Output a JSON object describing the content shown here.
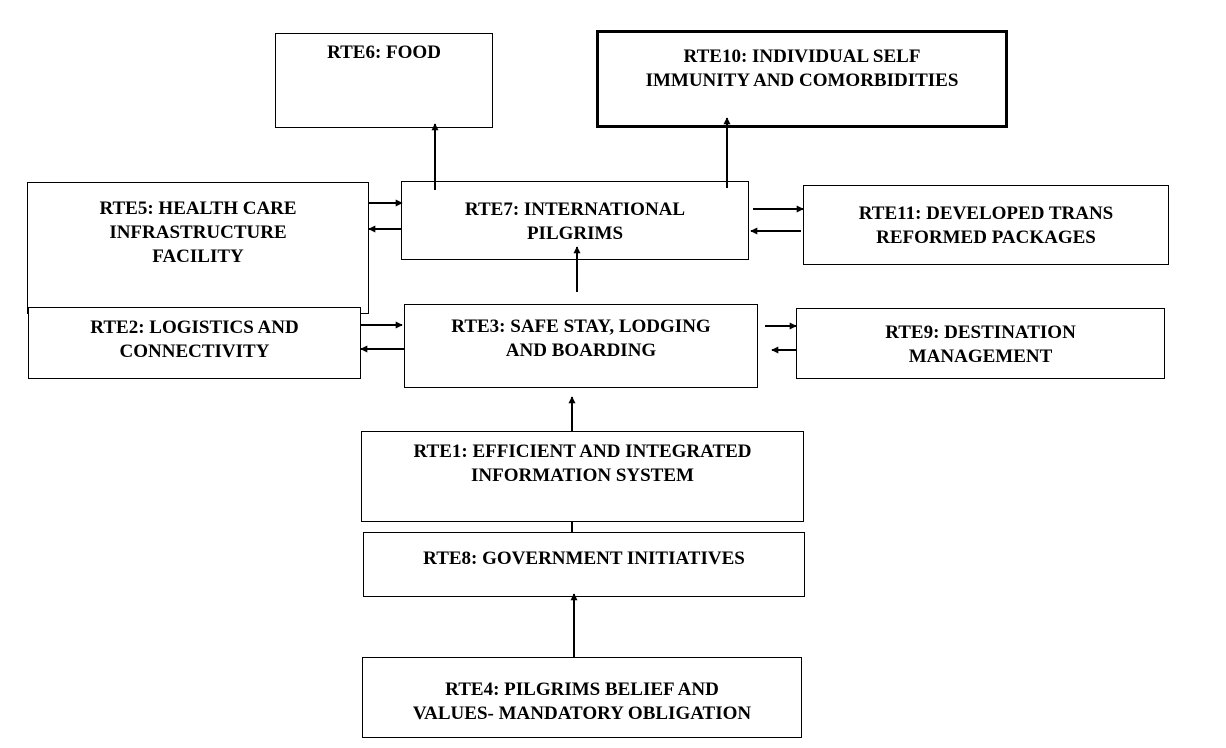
{
  "nodes": {
    "rte6": {
      "lines": [
        "RTE6:  FOOD"
      ]
    },
    "rte10": {
      "lines": [
        "RTE10: INDIVIDUAL SELF",
        "IMMUNITY AND COMORBIDITIES"
      ]
    },
    "rte5": {
      "lines": [
        "RTE5: HEALTH CARE",
        "INFRASTRUCTURE",
        "FACILITY"
      ]
    },
    "rte7": {
      "lines": [
        "RTE7: INTERNATIONAL",
        "PILGRIMS"
      ]
    },
    "rte11": {
      "lines": [
        "RTE11: DEVELOPED TRANS",
        "REFORMED PACKAGES"
      ]
    },
    "rte2": {
      "lines": [
        "RTE2: LOGISTICS AND",
        "CONNECTIVITY"
      ]
    },
    "rte3": {
      "lines": [
        "RTE3: SAFE STAY, LODGING",
        "AND BOARDING"
      ]
    },
    "rte9": {
      "lines": [
        "RTE9: DESTINATION",
        "MANAGEMENT"
      ]
    },
    "rte1": {
      "lines": [
        "RTE1: EFFICIENT AND INTEGRATED",
        "INFORMATION SYSTEM"
      ]
    },
    "rte8": {
      "lines": [
        "RTE8: GOVERNMENT INITIATIVES"
      ]
    },
    "rte4": {
      "lines": [
        "RTE4: PILGRIMS BELIEF AND",
        "VALUES- MANDATORY OBLIGATION"
      ]
    }
  },
  "edges": [
    {
      "from": "rte7",
      "to": "rte6"
    },
    {
      "from": "rte7",
      "to": "rte10"
    },
    {
      "from": "rte5",
      "to": "rte7"
    },
    {
      "from": "rte7",
      "to": "rte5"
    },
    {
      "from": "rte7",
      "to": "rte11"
    },
    {
      "from": "rte11",
      "to": "rte7"
    },
    {
      "from": "rte3",
      "to": "rte7"
    },
    {
      "from": "rte2",
      "to": "rte3"
    },
    {
      "from": "rte3",
      "to": "rte2"
    },
    {
      "from": "rte3",
      "to": "rte9"
    },
    {
      "from": "rte9",
      "to": "rte3"
    },
    {
      "from": "rte1",
      "to": "rte3"
    },
    {
      "from": "rte1",
      "to": "rte8"
    },
    {
      "from": "rte4",
      "to": "rte8"
    }
  ]
}
